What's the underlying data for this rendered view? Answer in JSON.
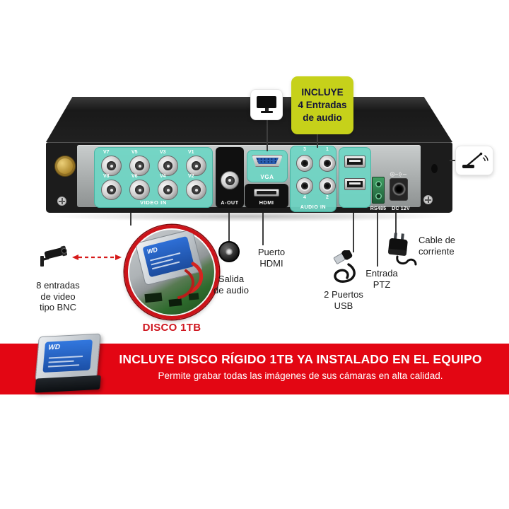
{
  "device": {
    "video_in": "VIDEO IN",
    "bnc_ports": [
      "V7",
      "V5",
      "V3",
      "V1",
      "V8",
      "V6",
      "V4",
      "V2"
    ],
    "a_out": "A-OUT",
    "vga": "VGA",
    "hdmi": "HDMI",
    "audio_in": "AUDIO IN",
    "audio_numbers": [
      "3",
      "1",
      "4",
      "2"
    ],
    "rs485": "RS485",
    "dc12v": "DC 12V"
  },
  "callouts": {
    "audio_box": {
      "lines": [
        "INCLUYE",
        "4 Entradas",
        "de audio"
      ]
    },
    "bnc": {
      "lines": [
        "8 entradas",
        "de video",
        "tipo BNC"
      ]
    },
    "disco": "DISCO 1TB",
    "salida_audio": {
      "lines": [
        "Salida",
        "de audio"
      ]
    },
    "puerto_hdmi": {
      "lines": [
        "Puerto",
        "HDMI"
      ]
    },
    "usb": {
      "lines": [
        "2 Puertos",
        "USB"
      ]
    },
    "ptz": {
      "lines": [
        "Entrada",
        "PTZ"
      ]
    },
    "cable": {
      "lines": [
        "Cable de",
        "corriente"
      ]
    }
  },
  "hdd": {
    "brand": "WD"
  },
  "banner": {
    "title": "INCLUYE DISCO RÍGIDO 1TB YA INSTALADO EN EL EQUIPO",
    "subtitle": "Permite grabar todas las imágenes de sus cámaras en alta calidad."
  },
  "colors": {
    "highlight_teal": "#6ed6c4",
    "callout_lime": "#c6d11a",
    "accent_red": "#e30613"
  }
}
